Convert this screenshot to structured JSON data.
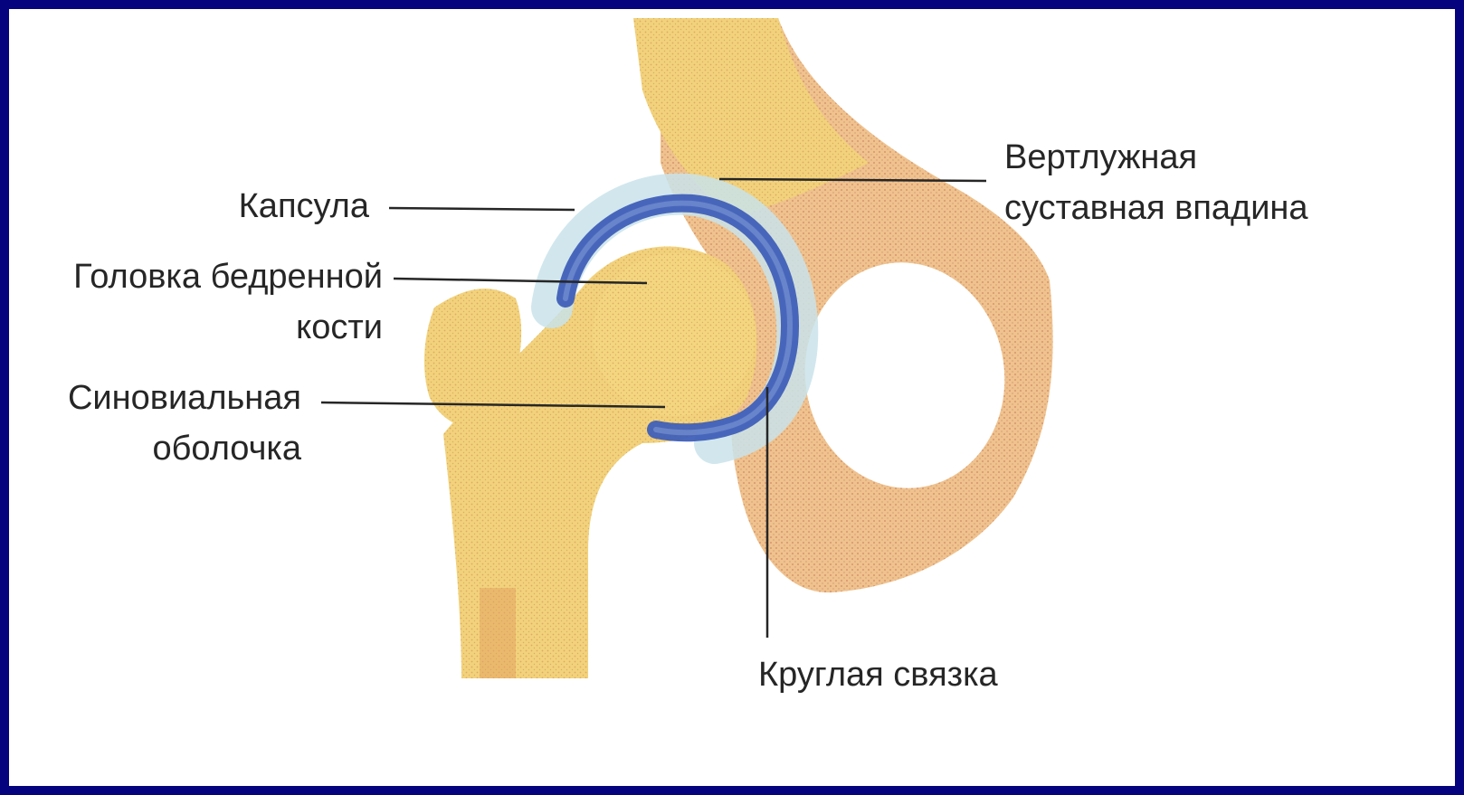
{
  "labels": {
    "capsule": {
      "lines": [
        "Капсула"
      ]
    },
    "femoral_head": {
      "lines": [
        "Головка бедренной",
        "кости"
      ]
    },
    "synovial": {
      "lines": [
        "Синовиальная",
        "оболочка"
      ]
    },
    "acetabulum": {
      "lines": [
        "Вертлужная",
        "суставная впадина"
      ]
    },
    "round_ligament": {
      "lines": [
        "Круглая связка"
      ]
    }
  },
  "colors": {
    "frame": "#05047e",
    "bone": "#f2d27c",
    "pelvis": "#efc28e",
    "capsule": "#3f5fb8",
    "synovial_glow": "#c9e3ea",
    "leader": "#262626"
  }
}
